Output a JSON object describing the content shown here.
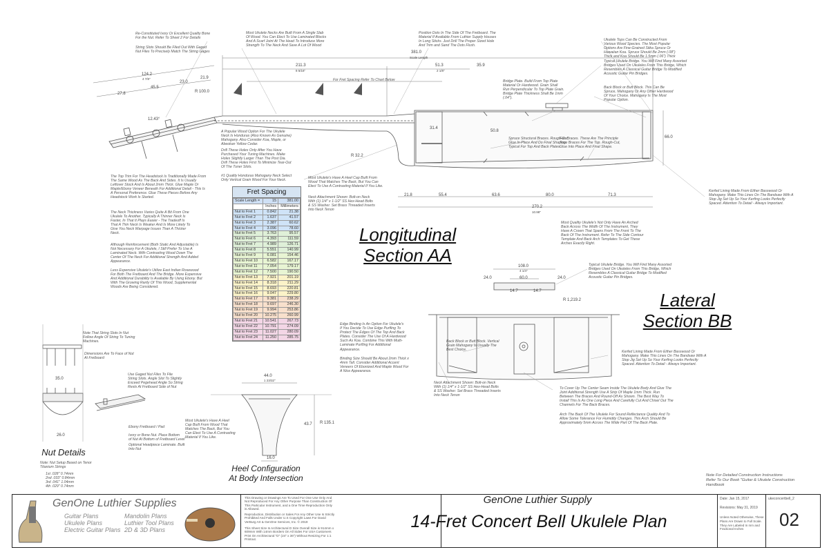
{
  "titles": {
    "longitudinal_1": "Longitudinal",
    "longitudinal_2": "Section AA",
    "lateral_1": "Lateral",
    "lateral_2": "Section BB",
    "nut_details": "Nut Details",
    "heel_1": "Heel Configuration",
    "heel_2": "At Body Intersection"
  },
  "notes": {
    "bone_nut": "Re-Constituted Ivory Or Excellent Quality Bone\nFor the Nut. Refer To Sheet 2 For Details",
    "string_slots": "String Slots Should Be Filed Out With Gaged\nNut Files To Precisely Match The String Gages",
    "neck_slab": "Most Ukulele Necks Are Built From A Single Slab\nOf Wood. You Can Elect To Use Laminated Blocks\nAnd A Scarf Joint At The Head To Introduce More\nStrength To The Neck And Save A Lot Of Wood",
    "dots": "Position Dots In The Side Of The Fretboard. The\nMaterial If Available From Luthier Supply Houses\nIn Long Sticks. Just Drill The Proper Sized Hole\nAnd Trim and Sand The Dots Flush.",
    "tops": "Ukulele Tops Can Be Constructed From\nVarious Wood Species. The Most Popular\nOptions Are Fine-Grained Sitka Spruce Or\nHawaiian Koa. Spruce Should Be 2mm (.08\")\nThick and Koa Should Be 1.5mm (.06\") Thick",
    "bridge_top": "Typical Ukulele Bridge. You Will Find Many Assorted\nBridges Used On Ukuleles From This Bridge, Which\nResembles A Classical Guitar Bridge To Modified\nAcoustic Guitar Pin Bridges.",
    "back_block": "Back Block or Butt Block. This Can Be\nSpruce, Mahogany Or Any Other Hardwood\nOf Your Choice. Mahogany Is The Most\nPopular Option.",
    "bridge_plate": "Bridge Plate. Build From Top Plate\nMaterial Or Hardwood. Grain Shall\nRun Perpendicular To Top Plate Grain.\nBridge Plate Thickness Shall Be 1mm\n(.04\").",
    "fret_ref": "For Fret Spacing Refer To Chart Below",
    "mahogany": "A Popular Wood Option For The Ukulele\nNeck Is Honduras (Also Known As Genuine)\nMahogany. Also Consider Koa, Maple, or\nAbeokan Yellow Cedar.",
    "drill": "Drill These Holes Only After You Have\nPurchased Your Tuning Machines. Make\nHoles Slightly Larger Than The Post Dia.\nDrill These Holes First To Minimize Tear-Out\nOf The Tuner Slots.",
    "quality_mahogany": "#1 Quality Honduras Mahogany Neck Select\nOnly Vertical Grain Wood For Your Neck.",
    "spruce_braces": "Spruce Structural Braces. Rough-Cut,\nGlue In Place And Do Final Shaping.\nTypical For Top And Back Plates.",
    "fan_braces": "Fan Braces. These Are The Principle\nTone Braces For The Top. Rough-Cut,\nGlue Into Place And Final Shape.",
    "heel_cap": "Most Ukulele's Have A Heel Cap Built From\nWood That Matches The Back, But You Can\nElect To Use A Contrasting Material If You Like.",
    "neck_attach": "Neck Attachment Shown: Bolt-on Neck\nWith (1) 1/4\" x 1-1/2\" SS Hex-Head Bolts\n& SS Washer. Set Brass Threaded Inserts\nInto Neck Tenon",
    "kerfed_long": "Kerfed Lining Made From Either Basswood Or\nMahogany. Make This Lines On The Bandsaw With A\nStop Jig Set Up So Your Kerfing Looks Perfectly\nSpaced. Attention To Detail - Always Important.",
    "arched": "Most Quality Ukulele's Not Only Have An Arched\nBack Across The Width Of The Instrument, They\nHave A Crown That Spans From The Front To The\nBack Of The Instrument. Refer To The Side Contour\nTemplate And Back Arch Templates To Get These\nArches Exactly Right.",
    "headstock_trim": "The Top Trim For The Headstock Is Traditionally Made From\nThe Same Wood As The Back And Sides. It Is Usually\nLeftover Stock And Is About 2mm Thick. Glue Maple Or\nMaple/Ebony Veneer Beneath For Additional Detail - This Is\nA Personal Preference. Glue These Pieces Before Any\nHeadstock Work Is Started.",
    "neck_thickness": "The Neck Thickness Varies Quite A Bit From One\nUkulele To Another. Typically A Thinner Neck Is\nFaster, In That It Plays Easier - The Tradeoff Is\nThat A Thin Neck Is Weaker And Is More Likely To\nGive You Neck Warpage Issues Than A Thicker\nNeck.",
    "reinforcement": "Although Reinforcement (Both Static And Adjustable) Is\nNot Necessary For A Ukulele, I Still Prefer To Use A\nLaminated Neck. With Contrasting Wood Down The\nCenter Of The Neck For Additional Strength And Added\nAppearance.",
    "rosewood": "Less Expensive Ukulele's Utilize East Indian Rosewood\nFor Both The Fretboard And The Bridge. More Expensive\nAnd Additional Durability Is Available By Using Ebony. But\nWith The Growing Rarity Of This Wood, Supplemental\nWoods Are Being Considered.",
    "bridge_lat": "Typical Ukulele Bridge. You Will Find Many Assorted\nBridges Used On Ukuleles From This Bridge, Which\nResembles A Classical Guitar Bridge To Modified\nAcoustic Guitar Pin Bridges.",
    "binding": "Edge Binding Is An Option For Ukulele's\nIf You Decide To Use Edge Purfling To\nProtect The Edges Of The Top And Back\nPlates. Consider The Use Of A Hardwood\nSuch As Koa. Combine This With Multi-\nLaminate Purfling For Additional\nAppearance.",
    "binding_size": "Binding Size Should Be About 2mm Thick x\n4mm Tall. Consider Additional Accent\nVeneers Of Ebonized And Maple Wood For\nA Nice Appearance.",
    "back_block_lat": "Back Block or Butt Block. Vertical\nGrain Mahogany Is Usually The\nBest Choice.",
    "kerfed_lat": "Kerfed Lining Made From Either Basswood Or\nMahogany. Make This Lines On The Bandsaw With A\nStop Jig Set Up So Your Kerfing Looks Perfectly\nSpaced. Attention To Detail - Always Important.",
    "neck_attach_lat": "Neck Attachment Shown: Bolt-on Neck\nWith (1) 1/4\" x 1-1/2\" SS Hex-Head Bolts\n& SS Washer. Set Brass Threaded Inserts\nInto Neck Tenon",
    "center_seam": "To Cover Up The Center Seam Inside The Ukulele Body And Give The\nJoint Additional Strength Use A Strip Of Maple 1mm Thick. Run\nBetween The Braces And Round-Off As Shown. The Best Way To\nInstall This Is As One Long Piece And Carefully Cut And Chisel Out The\nChannels For The Back Braces.",
    "arch_back": "Arch The Back Of The Ukulele For Sound Reflectance Quality And To\nAllow Some Tolerance For Humidity Changes. This Arch Should Be\nApproximately 5mm Across The Wide Part Of The Back Plate.",
    "heel_cap2": "Most Ukulele's Have A Heel\nCap Built From Wood That\nMatches The Back, But You\nCan Elect To Use A Contrasting\nMaterial If You Like.",
    "nut_slots": "Note That String Slots In Nut\nFollow Angle Of String To Tuning\nMachines.",
    "nut_dims": "Dimensions Are To Face of Nut\nAt Fretboard",
    "nut_files": "Use Gaged Nut Files To File\nString Slots. Angle Slot To Slightly\nExceed Pegehead Angle So String\nRests At Fretboard Side of Nut",
    "ebony": "Ebony Fretboard / Pad",
    "ivory": "Ivory or Bone Nut. Place Bottom\nof Nut At Bottom of Fretboard Level",
    "optional_lam": "Optional Headpiece Laminate. Built\nInto Nut",
    "nut_setup": "Note: Nut Setup Based on Tenor\nTitanium Strings",
    "strings": "1st      .028\"     0.74mm\n2nd     .033\"     0.84mm\n3rd      .041\"     1.04mm\n4th      .029\"     0.74mm",
    "construction": "Note For Detailed Construction Instructions\nRefer To Our Book \"Guitar & Ukulele Construction\nHandbook"
  },
  "dims": {
    "d381": "381.0",
    "scale_length": "Scale Length",
    "d2113": "211.3",
    "d2113i": "8 5/16\"",
    "d513": "51.3",
    "d513i": "2 1/8\"",
    "d359": "35.9",
    "d1242": "124.2",
    "d1242i": "4 7/8\"",
    "d455": "45.5",
    "d230": "23.0",
    "d219": "21.9",
    "d278": "27.8",
    "d1000": "R 100.0",
    "d1243": "12.43°",
    "d318": "R 32.2",
    "d508": "50.8",
    "d218": "21.8",
    "d554": "55.4",
    "d636": "63.6",
    "d800": "80.0",
    "d713": "71.3",
    "d2702": "270.2",
    "d2702i": "10.98\"",
    "d660": "66.0",
    "d1080": "108.0",
    "d1080i": "4 1/4\"",
    "d240": "24.0",
    "d600": "60.0",
    "d147": "14.7",
    "r12182": "R 1,219.2",
    "d440": "44.0",
    "d440i": "1 23/32\"",
    "r1351": "R 135.1",
    "d160": "16.0",
    "d437": "43.7",
    "d350": "35.0",
    "d260": "26.0",
    "d315": "31.4"
  },
  "fret_table": {
    "title": "Fret Spacing",
    "scale_label": "Scale Length =",
    "scale_in": "15",
    "scale_mm": "381.00",
    "col_in": "Inches",
    "col_mm": "Millimeters",
    "rows": [
      [
        "Nut to Fret 1",
        "0.842",
        "21.38"
      ],
      [
        "Nut to Fret 2",
        "1.637",
        "41.57"
      ],
      [
        "Nut to Fret 3",
        "2.387",
        "60.62"
      ],
      [
        "Nut to Fret 4",
        "3.096",
        "78.60"
      ],
      [
        "Nut to Fret 5",
        "3.763",
        "95.57"
      ],
      [
        "Nut to Fret 6",
        "4.393",
        "111.59"
      ],
      [
        "Nut to Fret 7",
        "4.989",
        "126.71"
      ],
      [
        "Nut to Fret 8",
        "5.551",
        "140.99"
      ],
      [
        "Nut to Fret 9",
        "6.081",
        "154.46"
      ],
      [
        "Nut to Fret 10",
        "6.582",
        "167.17"
      ],
      [
        "Nut to Fret 11",
        "7.054",
        "179.17"
      ],
      [
        "Nut to Fret 12",
        "7.500",
        "190.50"
      ],
      [
        "Nut to Fret 13",
        "7.921",
        "201.19"
      ],
      [
        "Nut to Fret 14",
        "8.318",
        "211.29"
      ],
      [
        "Nut to Fret 15",
        "8.693",
        "220.81"
      ],
      [
        "Nut to Fret 16",
        "9.047",
        "229.80"
      ],
      [
        "Nut to Fret 17",
        "9.381",
        "238.29"
      ],
      [
        "Nut to Fret 18",
        "9.697",
        "246.30"
      ],
      [
        "Nut to Fret 19",
        "9.994",
        "253.86"
      ],
      [
        "Nut to Fret 20",
        "10.275",
        "260.99"
      ],
      [
        "Nut to Fret 21",
        "10.541",
        "267.73"
      ],
      [
        "Nut to Fret 22",
        "10.791",
        "274.09"
      ],
      [
        "Nut to Fret 23",
        "11.027",
        "280.09"
      ],
      [
        "Nut to Fret 24",
        "11.250",
        "285.75"
      ]
    ],
    "row_colors": [
      "#cfe3f7",
      "#dff0d8",
      "#e8f5d3",
      "#fbf3c8",
      "#f8e0cc",
      "#f3d6e6",
      "#e3d7f2"
    ]
  },
  "title_block": {
    "company": "GenOne Luthier Supplies",
    "plans_col1": [
      "Guitar Plans",
      "Ukulele Plans",
      "Electric Guitar Plans"
    ],
    "plans_col2": [
      "Mandolin Plans",
      "Luthier Tool Plans",
      "2D & 3D Plans"
    ],
    "legal_1": "This Drawing or Drawings Are To Used For One Use Only And\nNot Reproduced For Any Other Purpose Than Construction Of\nThis Particular Instrument, and a One Time Reproduction Only\nis Allowed.",
    "legal_2": "Reproduction, Distribution or Sales For Any Other Use Is Strictly\nProhibited And Falls Under U.S Copyright Laws For David\nVerBurg Art & GenOne Services, Inc. © 2019",
    "legal_3": "This Sheet Size Is Architectural D Size Overall Size is 914mm x\n609mm With 14mm Borders On All Sides For USA Customers\nPrint On Architectural \"D\" (24\" x 36\") Without Resizing For 1:1\nPrintout.",
    "supply": "GenOne Luthier Supply",
    "plan_title": "14-Fret Concert Bell Ukulele Plan",
    "date": "Date: Jan 15, 2017",
    "revision": "Revisions: May 31, 2019",
    "file": "ukeconcertbell_2",
    "units_note": "Unless Noted Otherwise, These\nPlans Are Drawn to Full Scale.\nThey Are Labeled In mm and\nFractional Inches",
    "sheet": "02"
  }
}
